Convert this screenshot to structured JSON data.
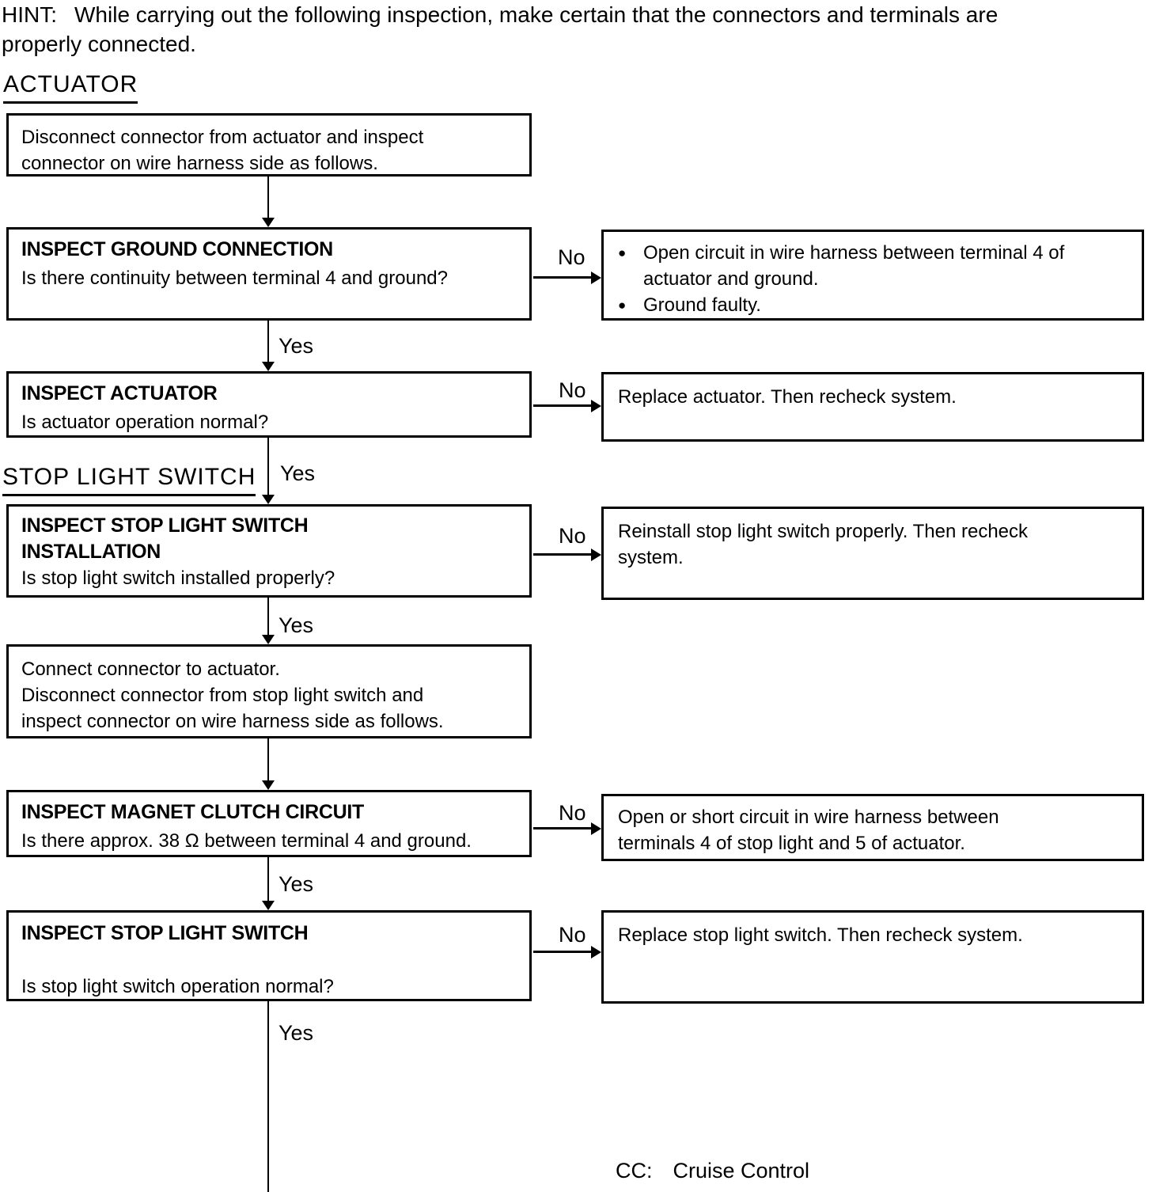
{
  "page": {
    "hint_label": "HINT:",
    "hint_line1": "While carrying out the following inspection, make certain that the connectors and terminals are",
    "hint_line2": "properly connected.",
    "footnote_abbr": "CC:",
    "footnote_text": "Cruise Control"
  },
  "labels": {
    "yes": "Yes",
    "no": "No"
  },
  "icons": {
    "bullet": "●"
  },
  "sections": {
    "actuator": "ACTUATOR",
    "stop_light_switch": "STOP LIGHT SWITCH"
  },
  "flow": {
    "intro": {
      "lines": [
        "Disconnect connector from actuator and inspect",
        "connector on wire harness side as follows."
      ]
    },
    "ground": {
      "title": "INSPECT GROUND CONNECTION",
      "question": "Is there continuity between terminal 4 and ground?",
      "no_result": {
        "bullets": [
          {
            "lines": [
              "Open circuit in wire harness between terminal 4 of",
              "actuator and ground."
            ]
          },
          {
            "lines": [
              "Ground faulty."
            ]
          }
        ]
      }
    },
    "actuator": {
      "title": "INSPECT ACTUATOR",
      "question": "Is actuator operation normal?",
      "no_result": {
        "lines": [
          "Replace actuator. Then recheck system."
        ]
      }
    },
    "sls_installation": {
      "title_line1": "INSPECT STOP LIGHT SWITCH",
      "title_line2": "INSTALLATION",
      "question": "Is stop light switch installed properly?",
      "no_result": {
        "lines": [
          "Reinstall stop light switch properly. Then recheck",
          "system."
        ]
      }
    },
    "connect": {
      "lines": [
        "Connect connector to actuator.",
        "Disconnect connector from stop light switch and",
        "inspect connector on wire harness side as follows."
      ]
    },
    "magnet_clutch": {
      "title": "INSPECT MAGNET CLUTCH CIRCUIT",
      "question": "Is there approx. 38 Ω between terminal 4 and ground.",
      "no_result": {
        "lines": [
          "Open or short circuit in wire harness between",
          "terminals 4 of stop light and 5 of actuator."
        ]
      }
    },
    "sls": {
      "title": "INSPECT STOP LIGHT SWITCH",
      "question": "Is stop light switch operation normal?",
      "no_result": {
        "lines": [
          "Replace stop light switch. Then recheck system."
        ]
      }
    }
  }
}
